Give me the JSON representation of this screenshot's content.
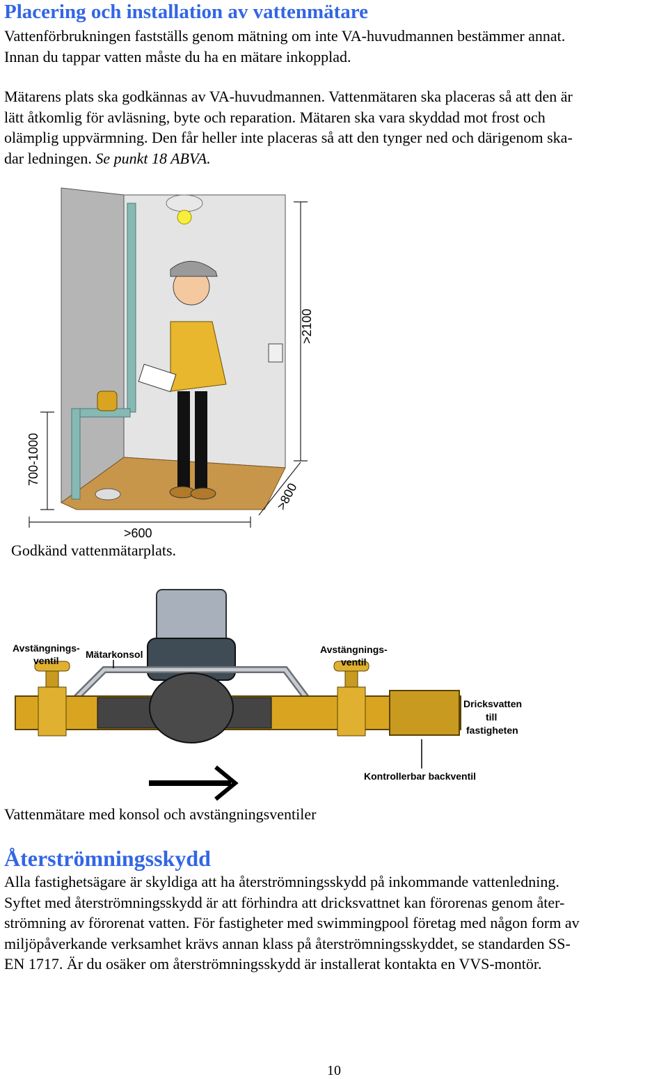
{
  "heading": "Placering och installation av vattenmätare",
  "para1": [
    "Vattenförbrukningen fastställs genom mätning om inte VA-huvudmannen bestämmer annat.",
    "Innan du tappar vatten måste du ha en mätare inkopplad."
  ],
  "para2_lines": [
    "Mätarens plats ska godkännas av VA-huvudmannen. Vattenmätaren ska placeras så att den är",
    "lätt åtkomlig för avläsning, byte och reparation. Mätaren ska vara skyddad mot frost och",
    "olämplig uppvärmning. Den får heller inte placeras så att den tynger ned och därigenom ska-",
    "dar ledningen. "
  ],
  "para2_ref": "Se punkt 18 ABVA.",
  "figure1": {
    "dim_height": ">2100",
    "dim_meter_height": "700-1000",
    "dim_width": ">600",
    "dim_depth": ">800",
    "caption": "Godkänd vattenmätarplats."
  },
  "figure2": {
    "label_valve_left_1": "Avstängnings-",
    "label_valve_left_2": "ventil",
    "label_bracket": "Mätarkonsol",
    "label_valve_right_1": "Avstängnings-",
    "label_valve_right_2": "ventil",
    "label_out_1": "Dricksvatten",
    "label_out_2": "till",
    "label_out_3": "fastigheten",
    "label_check": "Kontrollerbar backventil",
    "caption": "Vattenmätare med konsol och avstängningsventiler"
  },
  "heading2": "Återströmningsskydd",
  "para3_lines": [
    "Alla fastighetsägare är skyldiga att ha återströmningsskydd på inkommande vattenledning.",
    "Syftet med återströmningsskydd är att förhindra att dricksvattnet kan förorenas genom åter-",
    "strömning av förorenat vatten. För fastigheter med swimmingpool företag med någon form av",
    "miljöpåverkande verksamhet krävs annan klass på återströmningsskyddet, se standarden SS-",
    "EN 1717. Är du osäker om återströmningsskydd är installerat kontakta en VVS-montör."
  ],
  "page_number": "10",
  "colors": {
    "heading": "#3366e6",
    "brass": "#d9a520",
    "wall": "#dcdcdc",
    "floor": "#c8964a"
  }
}
